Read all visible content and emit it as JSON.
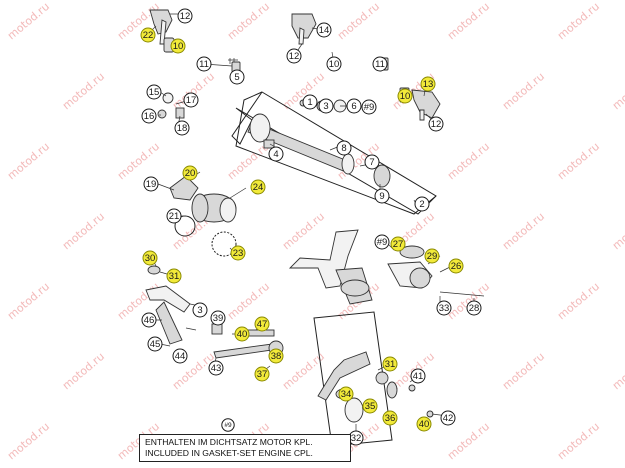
{
  "note": {
    "badge": "#9",
    "line1": "ENTHALTEN IM DICHTSATZ MOTOR KPL.",
    "line2": "INCLUDED IN GASKET-SET ENGINE CPL."
  },
  "watermark": "motod.ru",
  "callouts": [
    {
      "n": "12",
      "yellow": false
    },
    {
      "n": "22",
      "yellow": true
    },
    {
      "n": "10",
      "yellow": true
    },
    {
      "n": "11",
      "yellow": false
    },
    {
      "n": "5",
      "yellow": false
    },
    {
      "n": "15",
      "yellow": false
    },
    {
      "n": "17",
      "yellow": false
    },
    {
      "n": "16",
      "yellow": false
    },
    {
      "n": "18",
      "yellow": false
    },
    {
      "n": "14",
      "yellow": false
    },
    {
      "n": "12",
      "yellow": false
    },
    {
      "n": "10",
      "yellow": false
    },
    {
      "n": "11",
      "yellow": false
    },
    {
      "n": "13",
      "yellow": true
    },
    {
      "n": "10",
      "yellow": true
    },
    {
      "n": "12",
      "yellow": false
    },
    {
      "n": "1",
      "yellow": false
    },
    {
      "n": "3",
      "yellow": false
    },
    {
      "n": "6",
      "yellow": false
    },
    {
      "n": "#9",
      "yellow": false
    },
    {
      "n": "4",
      "yellow": false
    },
    {
      "n": "8",
      "yellow": false
    },
    {
      "n": "7",
      "yellow": false
    },
    {
      "n": "9",
      "yellow": false
    },
    {
      "n": "2",
      "yellow": false
    },
    {
      "n": "20",
      "yellow": true
    },
    {
      "n": "19",
      "yellow": false
    },
    {
      "n": "24",
      "yellow": true
    },
    {
      "n": "21",
      "yellow": false
    },
    {
      "n": "23",
      "yellow": true
    },
    {
      "n": "#9",
      "yellow": false
    },
    {
      "n": "27",
      "yellow": true
    },
    {
      "n": "29",
      "yellow": true
    },
    {
      "n": "26",
      "yellow": true
    },
    {
      "n": "30",
      "yellow": true
    },
    {
      "n": "31",
      "yellow": true
    },
    {
      "n": "3",
      "yellow": false
    },
    {
      "n": "39",
      "yellow": false
    },
    {
      "n": "33",
      "yellow": false
    },
    {
      "n": "28",
      "yellow": false
    },
    {
      "n": "46",
      "yellow": false
    },
    {
      "n": "40",
      "yellow": true
    },
    {
      "n": "47",
      "yellow": true
    },
    {
      "n": "45",
      "yellow": false
    },
    {
      "n": "44",
      "yellow": false
    },
    {
      "n": "43",
      "yellow": false
    },
    {
      "n": "38",
      "yellow": true
    },
    {
      "n": "37",
      "yellow": true
    },
    {
      "n": "31",
      "yellow": true
    },
    {
      "n": "41",
      "yellow": false
    },
    {
      "n": "34",
      "yellow": true
    },
    {
      "n": "35",
      "yellow": true
    },
    {
      "n": "42",
      "yellow": false
    },
    {
      "n": "36",
      "yellow": true
    },
    {
      "n": "40",
      "yellow": true
    },
    {
      "n": "32",
      "yellow": false
    }
  ]
}
